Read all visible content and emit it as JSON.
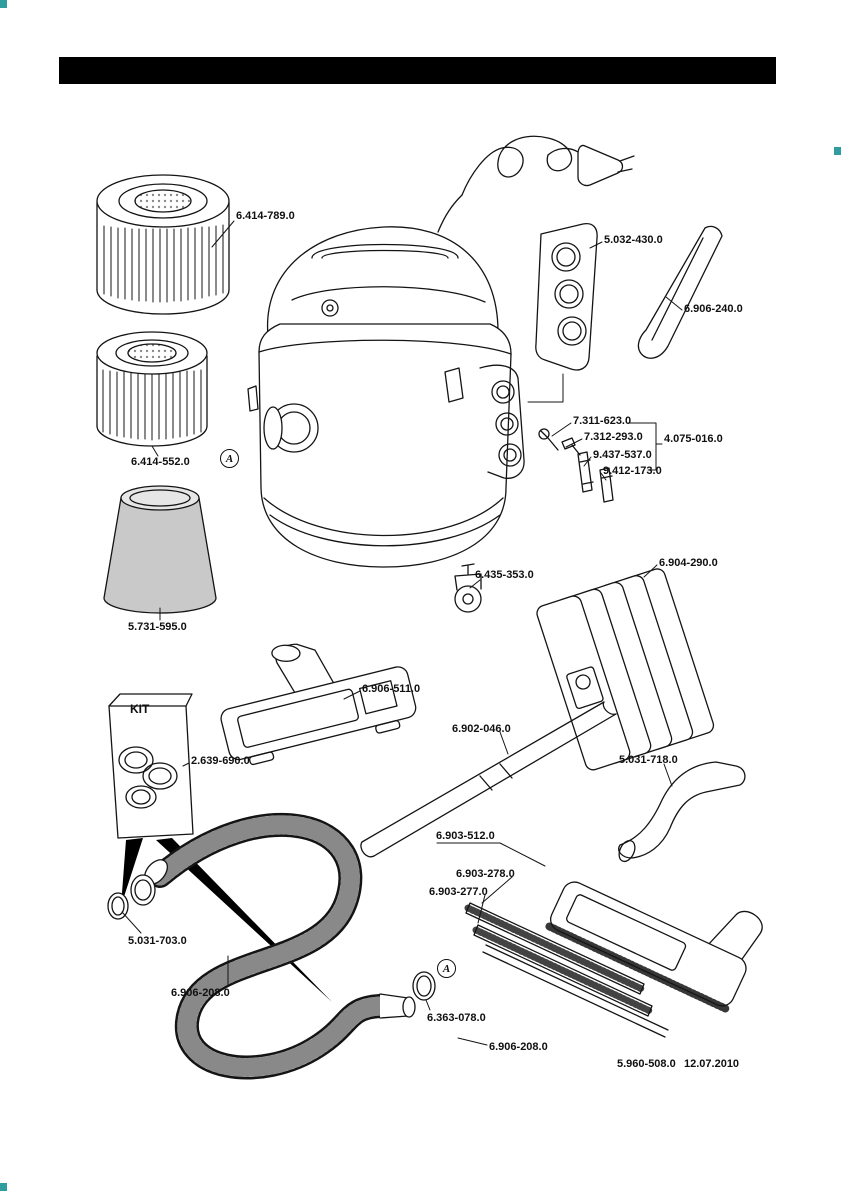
{
  "colors": {
    "ink": "#141414",
    "shade": "#c9c9c9",
    "registration": "#2f9d9d"
  },
  "labels": {
    "p01": "6.414-789.0",
    "p02": "6.414-552.0",
    "p03": "5.731-595.0",
    "p04": "5.032-430.0",
    "p05": "6.906-240.0",
    "p06": "7.311-623.0",
    "p07": "7.312-293.0",
    "p08": "4.075-016.0",
    "p09": "9.437-537.0",
    "p10": "9.412-173.0",
    "p11": "6.435-353.0",
    "p12": "6.904-290.0",
    "p13": "6.906-511.0",
    "p14": "6.902-046.0",
    "p15": "5.031-718.0",
    "p16": "6.903-512.0",
    "p17": "6.903-278.0",
    "p18": "6.903-277.0",
    "p19": "2.639-690.0",
    "p20": "5.031-703.0",
    "p21": "6.906-208.0",
    "p22": "6.363-078.0",
    "p23": "6.906-208.0"
  },
  "kit_label": "KIT",
  "markers": {
    "a": "A"
  },
  "footer": {
    "doc_number": "5.960-508.0",
    "date": "12.07.2010"
  }
}
